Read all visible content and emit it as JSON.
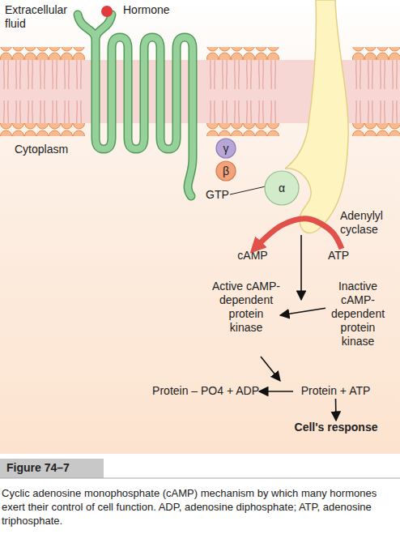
{
  "diagram": {
    "title": "Figure 74–7",
    "caption": "Cyclic adenosine monophosphate (cAMP) mechanism by which many hormones exert their control of cell function. ADP, adenosine diphosphate; ATP, adenosine triphosphate.",
    "nodes": [
      {
        "text": [
          "γ"
        ]
      },
      {
        "text": [
          "β"
        ]
      },
      {
        "text": [
          "α"
        ]
      },
      {
        "text": [
          "cAMP"
        ]
      },
      {
        "text": [
          "ATP"
        ]
      },
      {
        "text": [
          "Active cAMP-dependent protein kinase"
        ]
      },
      {
        "text": [
          "Inactive cAMP-dependent protein kinase"
        ]
      },
      {
        "text": [
          "Protein – PO4 + ADP"
        ]
      },
      {
        "text": [
          "Protein + ATP"
        ]
      },
      {
        "text": [
          "Cell's response"
        ]
      }
    ],
    "edges": [
      {
        "from": 4,
        "to": 3,
        "arrow": "to"
      },
      {
        "from": 6,
        "to": 5,
        "arrow": "to"
      },
      {
        "from": 8,
        "to": 7,
        "arrow": "to"
      },
      {
        "from": 8,
        "to": 9,
        "arrow": "to"
      }
    ],
    "labels": [
      "Extracellular fluid",
      "Hormone",
      "Cytoplasm",
      "GTP",
      "Adenylyl cyclase"
    ]
  }
}
